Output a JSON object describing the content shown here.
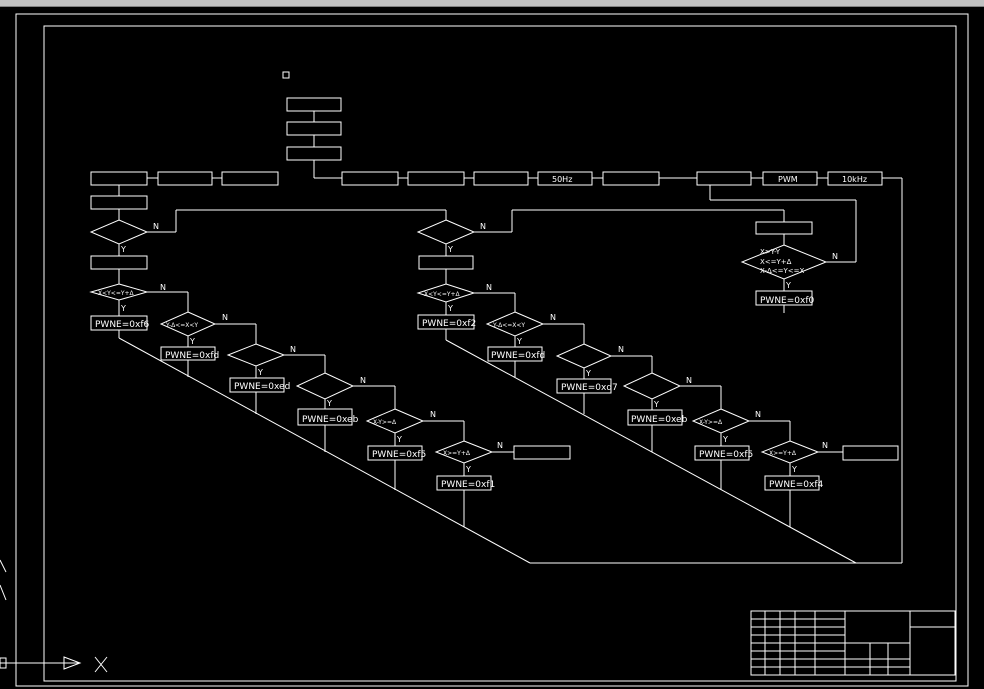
{
  "diagram": {
    "labels": {
      "pwne_f6": "PWNE=0xf6",
      "pwne_f2": "PWNE=0xf2",
      "pwne_fd": "PWNE=0xfd",
      "pwne_fd2": "PWNE=0xfd",
      "pwne_ed": "PWNE=0xed",
      "pwne_d7": "PWNE=0xd7",
      "pwne_eb": "PWNE=0xeb",
      "pwne_eb2": "PWNE=0xeb",
      "pwne_f5": "PWNE=0xf5",
      "pwne_f5b": "PWNE=0xf5",
      "pwne_f1": "PWNE=0xf1",
      "pwne_f4": "PWNE=0xf4",
      "pwne_f0": "PWNE=0xf0",
      "pwm": "PWM",
      "freq_50": "50Hz",
      "freq_10k": "10kHz",
      "yes": "Y",
      "no": "N",
      "cond_r1": "X<Y<=Y+Δ",
      "cond_r2": "Y-Δ<=X<Y",
      "cond_r3": "X>=Y+Δ",
      "cond_r4": "X-Y>=Δ",
      "cond_rightbox_a": "X>Y-Y",
      "cond_rightbox_b": "X<=Y+Δ",
      "cond_rightbox_c": "X-Δ<=Y<=X"
    }
  }
}
